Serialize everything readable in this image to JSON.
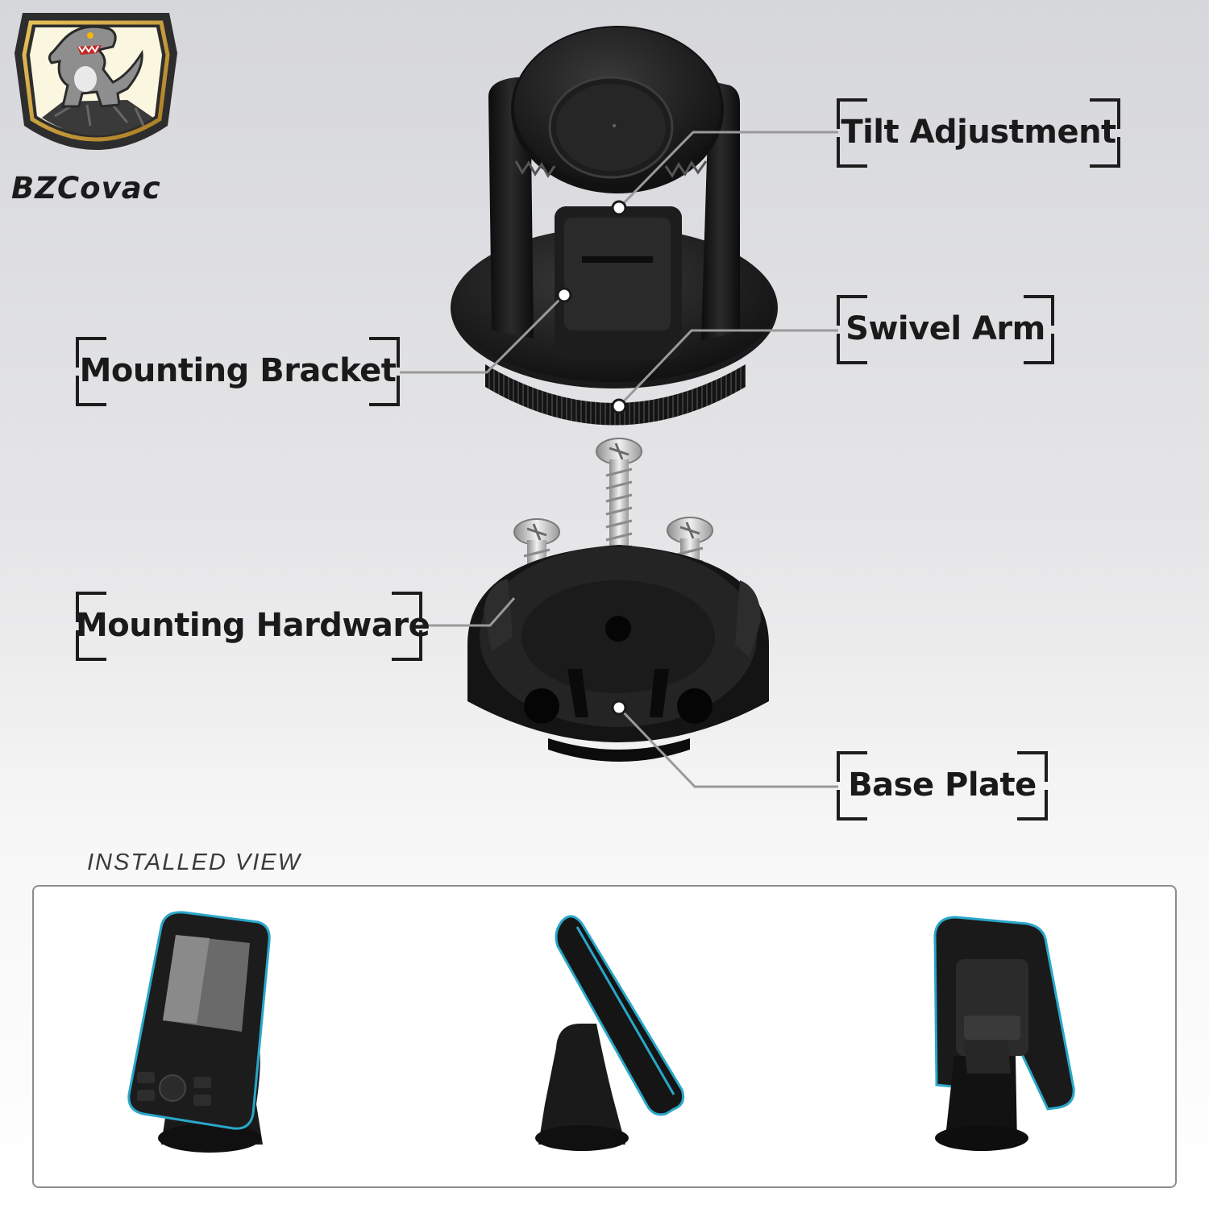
{
  "brand": {
    "name": "BZCovac"
  },
  "callouts": {
    "tilt_adjustment": "Tilt Adjustment",
    "swivel_arm": "Swivel Arm",
    "mounting_bracket": "Mounting Bracket",
    "mounting_hardware": "Mounting Hardware",
    "base_plate": "Base Plate"
  },
  "installed": {
    "title": "INSTALLED VIEW"
  },
  "colors": {
    "accent": "#2aa7c9",
    "part_black": "#161616",
    "screw_silver": "#c9c9c9",
    "label_text": "#1a1a1a"
  },
  "icons": [
    "dinosaur-logo-icon"
  ]
}
